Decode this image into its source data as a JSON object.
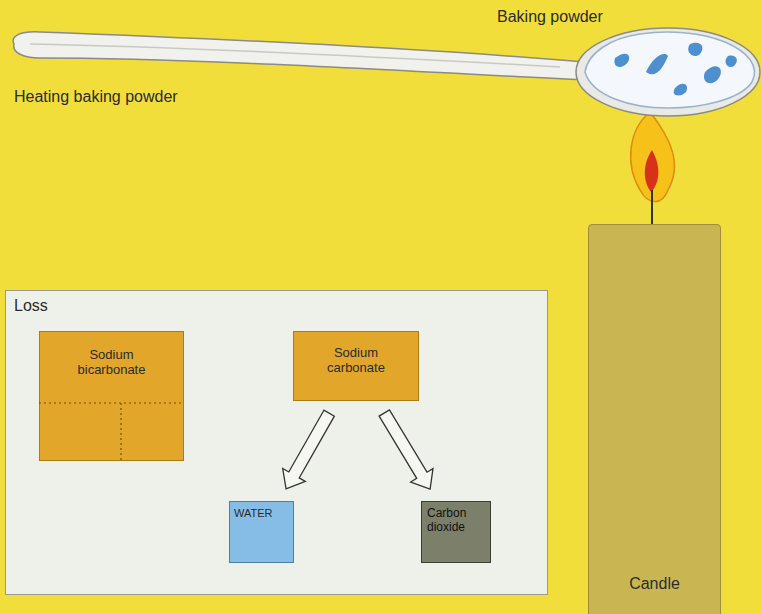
{
  "diagram": {
    "nodes": [
      {
        "text": [
          "Loss"
        ]
      },
      {
        "text": [
          "Sodium bicarbonate"
        ],
        "in": 0
      },
      {
        "text": [
          "Sodium carbonate"
        ],
        "in": 0
      },
      {
        "text": [
          "WATER"
        ],
        "in": 0
      },
      {
        "text": [
          "Carbon dioxide"
        ],
        "in": 0
      },
      {
        "text": [
          "Candle"
        ]
      }
    ],
    "edges": [
      {
        "from": 2,
        "to": 3,
        "arrow": "to"
      },
      {
        "from": 2,
        "to": 4,
        "arrow": "to"
      }
    ],
    "labels": [
      "Baking powder",
      "Heating baking powder"
    ]
  }
}
